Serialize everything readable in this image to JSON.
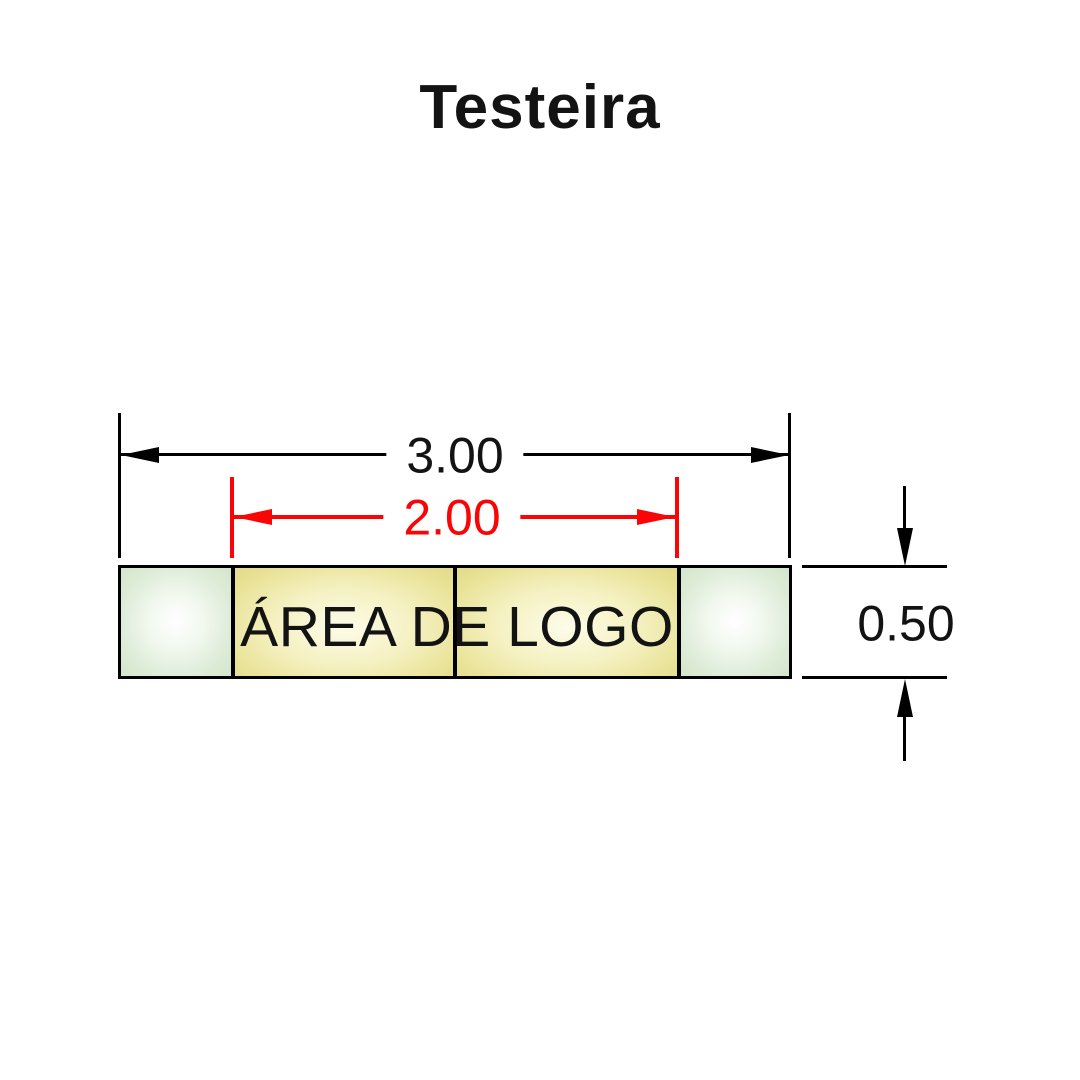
{
  "title": "Testeira",
  "dimensions": {
    "overall_width": {
      "label": "3.00",
      "color": "#000000"
    },
    "logo_width": {
      "label": "2.00",
      "color": "#f90505"
    },
    "bar_height": {
      "label": "0.50",
      "color": "#000000"
    }
  },
  "bar": {
    "logo_area_label": "ÁREA DE LOGO",
    "sections": [
      {
        "name": "left-end-cap",
        "color": "#d3e5cc"
      },
      {
        "name": "logo-panel-left",
        "color": "#ece5a0"
      },
      {
        "name": "logo-panel-right",
        "color": "#ece5a0"
      },
      {
        "name": "right-end-cap",
        "color": "#d3e5cc"
      }
    ]
  },
  "colors": {
    "background": "#ffffff",
    "line_black": "#000000",
    "dimension_red": "#f90505"
  }
}
